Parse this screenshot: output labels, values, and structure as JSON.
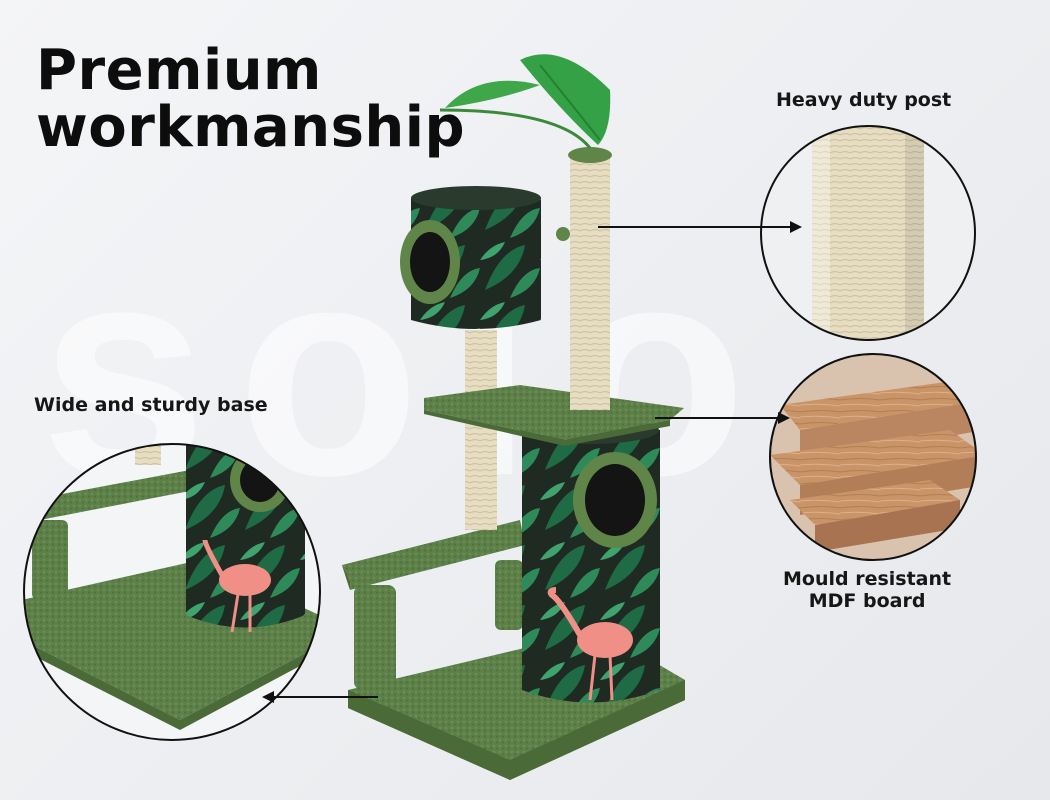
{
  "headline": {
    "line1": "Premium",
    "line2": "workmanship"
  },
  "callouts": {
    "post": "Heavy duty post",
    "base": "Wide and sturdy base",
    "board_line1": "Mould resistant",
    "board_line2": "MDF board"
  },
  "watermark": "solo",
  "colors": {
    "carpet_green": "#5b7d48",
    "sisal": "#e6dcc2",
    "leaf_print": "#1f5a3a",
    "mdf_wood": "#c9966a",
    "flamingo": "#ef8f86"
  }
}
